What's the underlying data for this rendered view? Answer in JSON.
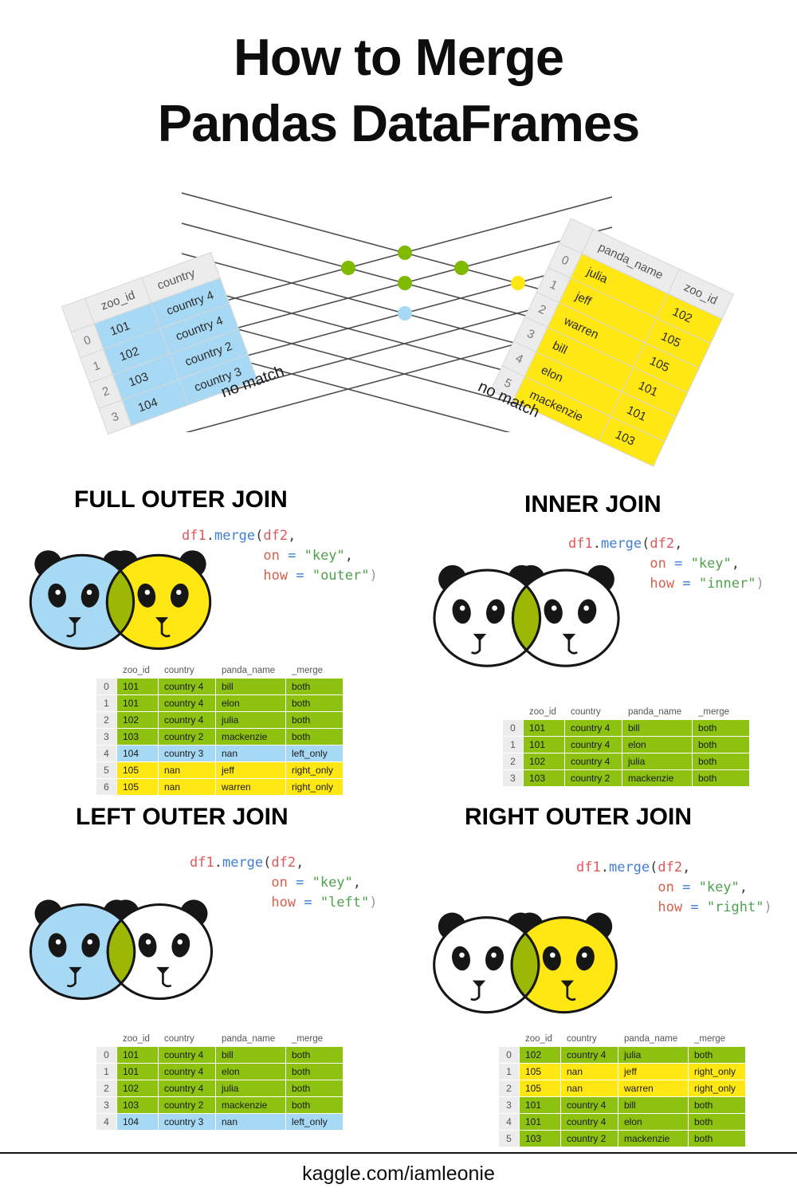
{
  "title": {
    "line1": "How to Merge",
    "line2": "Pandas DataFrames"
  },
  "footer": "kaggle.com/iamleonie",
  "colors": {
    "row_green": "#8dc112",
    "blue": "#a7d9f5",
    "yellow": "#ffe713",
    "venn_green": "#9cb704",
    "dot_green": "#80ba00",
    "header_gray": "#ececec",
    "line_gray": "#4d4d4d"
  },
  "source_tables": {
    "left": {
      "color": "blue",
      "columns": [
        "zoo_id",
        "country"
      ],
      "rows": [
        {
          "index": "0",
          "cells": [
            "101",
            "country 4"
          ]
        },
        {
          "index": "1",
          "cells": [
            "102",
            "country 4"
          ]
        },
        {
          "index": "2",
          "cells": [
            "103",
            "country 2"
          ]
        },
        {
          "index": "3",
          "cells": [
            "104",
            "country 3"
          ]
        }
      ],
      "no_match": "no match"
    },
    "right": {
      "color": "yellow",
      "columns": [
        "panda_name",
        "zoo_id"
      ],
      "rows": [
        {
          "index": "0",
          "cells": [
            "julia",
            "102"
          ]
        },
        {
          "index": "1",
          "cells": [
            "jeff",
            "105"
          ]
        },
        {
          "index": "2",
          "cells": [
            "warren",
            "105"
          ]
        },
        {
          "index": "3",
          "cells": [
            "bill",
            "101"
          ]
        },
        {
          "index": "4",
          "cells": [
            "elon",
            "101"
          ]
        },
        {
          "index": "5",
          "cells": [
            "mackenzie",
            "103"
          ]
        }
      ],
      "no_match": "no match"
    }
  },
  "sections": [
    {
      "id": "full-outer-join",
      "heading": "FULL OUTER JOIN",
      "venn": {
        "left_color": "#a7d9f5",
        "right_color": "#ffe713"
      },
      "code_lines": [
        [
          {
            "t": "df1",
            "c": "ident"
          },
          {
            "t": ".",
            "c": "plain"
          },
          {
            "t": "merge",
            "c": "meth"
          },
          {
            "t": "(",
            "c": "plain"
          },
          {
            "t": "df2",
            "c": "ident"
          },
          {
            "t": ",",
            "c": "plain"
          }
        ],
        [
          {
            "t": "          ",
            "c": "plain"
          },
          {
            "t": "on",
            "c": "kw"
          },
          {
            "t": " ",
            "c": "plain"
          },
          {
            "t": "=",
            "c": "meth"
          },
          {
            "t": " ",
            "c": "plain"
          },
          {
            "t": "\"key\"",
            "c": "str"
          },
          {
            "t": ",",
            "c": "plain"
          }
        ],
        [
          {
            "t": "          ",
            "c": "plain"
          },
          {
            "t": "how",
            "c": "kw"
          },
          {
            "t": " ",
            "c": "plain"
          },
          {
            "t": "=",
            "c": "meth"
          },
          {
            "t": " ",
            "c": "plain"
          },
          {
            "t": "\"outer\"",
            "c": "str"
          },
          {
            "t": ")",
            "c": "dim"
          }
        ]
      ],
      "table": {
        "columns": [
          "zoo_id",
          "country",
          "panda_name",
          "_merge"
        ],
        "rows": [
          {
            "index": "0",
            "cells": [
              "101",
              "country 4",
              "bill",
              "both"
            ],
            "color": "green"
          },
          {
            "index": "1",
            "cells": [
              "101",
              "country 4",
              "elon",
              "both"
            ],
            "color": "green"
          },
          {
            "index": "2",
            "cells": [
              "102",
              "country 4",
              "julia",
              "both"
            ],
            "color": "green"
          },
          {
            "index": "3",
            "cells": [
              "103",
              "country 2",
              "mackenzie",
              "both"
            ],
            "color": "green"
          },
          {
            "index": "4",
            "cells": [
              "104",
              "country 3",
              "nan",
              "left_only"
            ],
            "color": "blue"
          },
          {
            "index": "5",
            "cells": [
              "105",
              "nan",
              "jeff",
              "right_only"
            ],
            "color": "yellow"
          },
          {
            "index": "6",
            "cells": [
              "105",
              "nan",
              "warren",
              "right_only"
            ],
            "color": "yellow"
          }
        ]
      }
    },
    {
      "id": "inner-join",
      "heading": "INNER JOIN",
      "venn": {
        "left_color": "#ffffff",
        "right_color": "#ffffff"
      },
      "code_lines": [
        [
          {
            "t": "df1",
            "c": "ident"
          },
          {
            "t": ".",
            "c": "plain"
          },
          {
            "t": "merge",
            "c": "meth"
          },
          {
            "t": "(",
            "c": "plain"
          },
          {
            "t": "df2",
            "c": "ident"
          },
          {
            "t": ",",
            "c": "plain"
          }
        ],
        [
          {
            "t": "          ",
            "c": "plain"
          },
          {
            "t": "on",
            "c": "kw"
          },
          {
            "t": " ",
            "c": "plain"
          },
          {
            "t": "=",
            "c": "meth"
          },
          {
            "t": " ",
            "c": "plain"
          },
          {
            "t": "\"key\"",
            "c": "str"
          },
          {
            "t": ",",
            "c": "plain"
          }
        ],
        [
          {
            "t": "          ",
            "c": "plain"
          },
          {
            "t": "how",
            "c": "kw"
          },
          {
            "t": " ",
            "c": "plain"
          },
          {
            "t": "=",
            "c": "meth"
          },
          {
            "t": " ",
            "c": "plain"
          },
          {
            "t": "\"inner\"",
            "c": "str"
          },
          {
            "t": ")",
            "c": "dim"
          }
        ]
      ],
      "table": {
        "columns": [
          "zoo_id",
          "country",
          "panda_name",
          "_merge"
        ],
        "rows": [
          {
            "index": "0",
            "cells": [
              "101",
              "country 4",
              "bill",
              "both"
            ],
            "color": "green"
          },
          {
            "index": "1",
            "cells": [
              "101",
              "country 4",
              "elon",
              "both"
            ],
            "color": "green"
          },
          {
            "index": "2",
            "cells": [
              "102",
              "country 4",
              "julia",
              "both"
            ],
            "color": "green"
          },
          {
            "index": "3",
            "cells": [
              "103",
              "country 2",
              "mackenzie",
              "both"
            ],
            "color": "green"
          }
        ]
      }
    },
    {
      "id": "left-outer-join",
      "heading": "LEFT OUTER JOIN",
      "venn": {
        "left_color": "#a7d9f5",
        "right_color": "#ffffff"
      },
      "code_lines": [
        [
          {
            "t": "df1",
            "c": "ident"
          },
          {
            "t": ".",
            "c": "plain"
          },
          {
            "t": "merge",
            "c": "meth"
          },
          {
            "t": "(",
            "c": "plain"
          },
          {
            "t": "df2",
            "c": "ident"
          },
          {
            "t": ",",
            "c": "plain"
          }
        ],
        [
          {
            "t": "          ",
            "c": "plain"
          },
          {
            "t": "on",
            "c": "kw"
          },
          {
            "t": " ",
            "c": "plain"
          },
          {
            "t": "=",
            "c": "meth"
          },
          {
            "t": " ",
            "c": "plain"
          },
          {
            "t": "\"key\"",
            "c": "str"
          },
          {
            "t": ",",
            "c": "plain"
          }
        ],
        [
          {
            "t": "          ",
            "c": "plain"
          },
          {
            "t": "how",
            "c": "kw"
          },
          {
            "t": " ",
            "c": "plain"
          },
          {
            "t": "=",
            "c": "meth"
          },
          {
            "t": " ",
            "c": "plain"
          },
          {
            "t": "\"left\"",
            "c": "str"
          },
          {
            "t": ")",
            "c": "dim"
          }
        ]
      ],
      "table": {
        "columns": [
          "zoo_id",
          "country",
          "panda_name",
          "_merge"
        ],
        "rows": [
          {
            "index": "0",
            "cells": [
              "101",
              "country 4",
              "bill",
              "both"
            ],
            "color": "green"
          },
          {
            "index": "1",
            "cells": [
              "101",
              "country 4",
              "elon",
              "both"
            ],
            "color": "green"
          },
          {
            "index": "2",
            "cells": [
              "102",
              "country 4",
              "julia",
              "both"
            ],
            "color": "green"
          },
          {
            "index": "3",
            "cells": [
              "103",
              "country 2",
              "mackenzie",
              "both"
            ],
            "color": "green"
          },
          {
            "index": "4",
            "cells": [
              "104",
              "country 3",
              "nan",
              "left_only"
            ],
            "color": "blue"
          }
        ]
      }
    },
    {
      "id": "right-outer-join",
      "heading": "RIGHT OUTER JOIN",
      "venn": {
        "left_color": "#ffffff",
        "right_color": "#ffe713"
      },
      "code_lines": [
        [
          {
            "t": "df1",
            "c": "ident"
          },
          {
            "t": ".",
            "c": "plain"
          },
          {
            "t": "merge",
            "c": "meth"
          },
          {
            "t": "(",
            "c": "plain"
          },
          {
            "t": "df2",
            "c": "ident"
          },
          {
            "t": ",",
            "c": "plain"
          }
        ],
        [
          {
            "t": "          ",
            "c": "plain"
          },
          {
            "t": "on",
            "c": "kw"
          },
          {
            "t": " ",
            "c": "plain"
          },
          {
            "t": "=",
            "c": "meth"
          },
          {
            "t": " ",
            "c": "plain"
          },
          {
            "t": "\"key\"",
            "c": "str"
          },
          {
            "t": ",",
            "c": "plain"
          }
        ],
        [
          {
            "t": "          ",
            "c": "plain"
          },
          {
            "t": "how",
            "c": "kw"
          },
          {
            "t": " ",
            "c": "plain"
          },
          {
            "t": "=",
            "c": "meth"
          },
          {
            "t": " ",
            "c": "plain"
          },
          {
            "t": "\"right\"",
            "c": "str"
          },
          {
            "t": ")",
            "c": "dim"
          }
        ]
      ],
      "table": {
        "columns": [
          "zoo_id",
          "country",
          "panda_name",
          "_merge"
        ],
        "rows": [
          {
            "index": "0",
            "cells": [
              "102",
              "country 4",
              "julia",
              "both"
            ],
            "color": "green"
          },
          {
            "index": "1",
            "cells": [
              "105",
              "nan",
              "jeff",
              "right_only"
            ],
            "color": "yellow"
          },
          {
            "index": "2",
            "cells": [
              "105",
              "nan",
              "warren",
              "right_only"
            ],
            "color": "yellow"
          },
          {
            "index": "3",
            "cells": [
              "101",
              "country 4",
              "bill",
              "both"
            ],
            "color": "green"
          },
          {
            "index": "4",
            "cells": [
              "101",
              "country 4",
              "elon",
              "both"
            ],
            "color": "green"
          },
          {
            "index": "5",
            "cells": [
              "103",
              "country 2",
              "mackenzie",
              "both"
            ],
            "color": "green"
          }
        ]
      }
    }
  ]
}
